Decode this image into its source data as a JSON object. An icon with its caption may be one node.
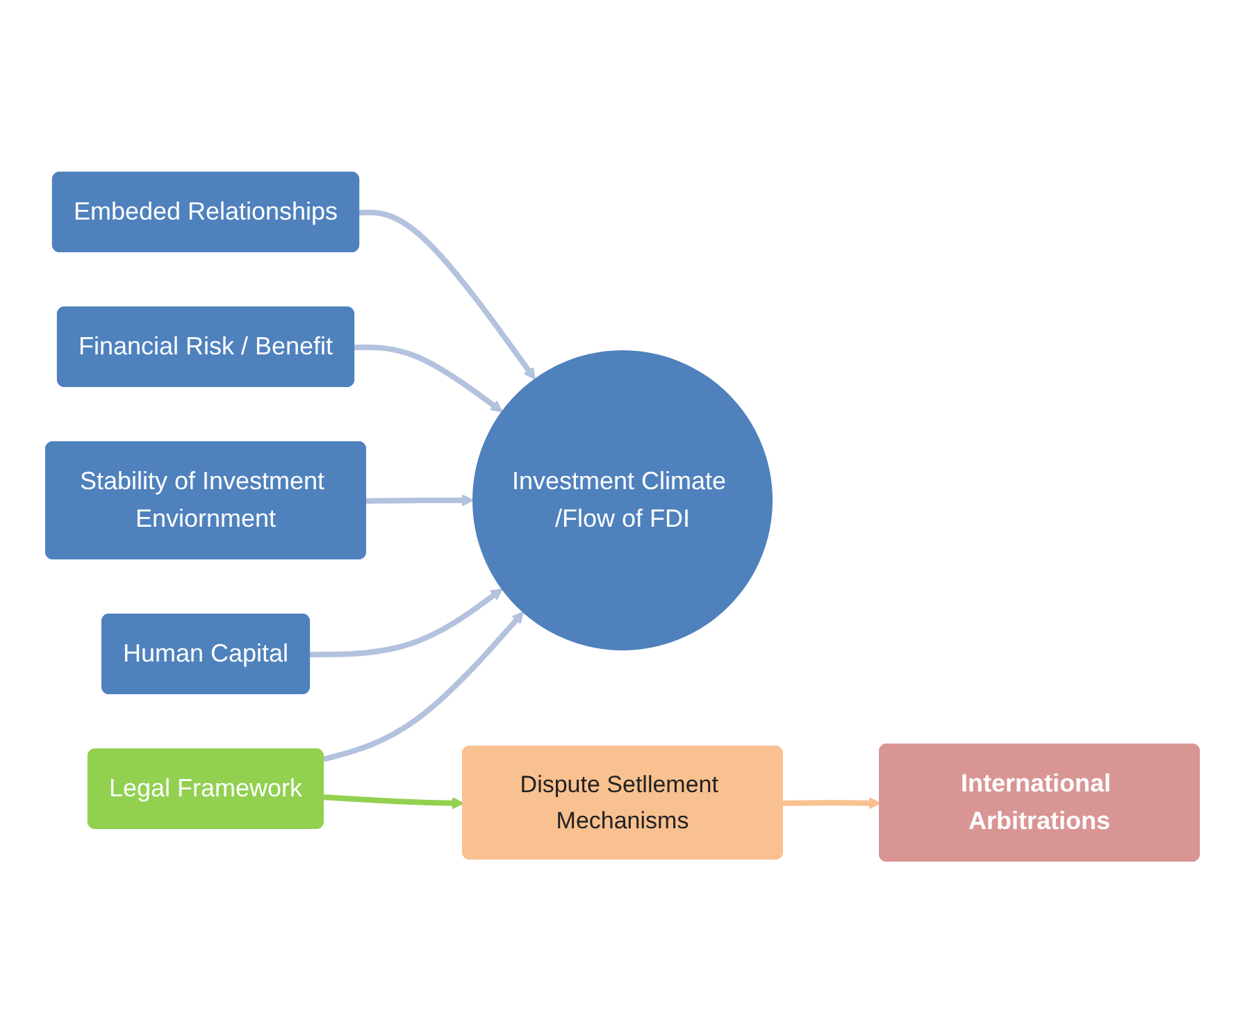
{
  "diagram": {
    "nodes": [
      {
        "text": [
          "Human Capital"
        ]
      },
      {
        "text": [
          "Legal Framework"
        ]
      },
      {
        "text": [
          "Stability of Investment Enviornment"
        ]
      },
      {
        "text": [
          "Financial Risk / Benefit"
        ]
      },
      {
        "text": [
          "Embeded Relationships"
        ]
      },
      {
        "text": [
          "Investment Climate /Flow of FDI"
        ]
      },
      {
        "text": [
          "Dispute Setllement Mechanisms"
        ]
      },
      {
        "text": [
          "International Arbitrations"
        ]
      }
    ],
    "edges": [
      {
        "from": 4,
        "to": 5,
        "arrow": "to",
        "color": "#b3c2dd"
      },
      {
        "from": 3,
        "to": 5,
        "arrow": "to",
        "color": "#b3c2dd"
      },
      {
        "from": 2,
        "to": 5,
        "arrow": "to",
        "color": "#b3c2dd"
      },
      {
        "from": 0,
        "to": 5,
        "arrow": "to",
        "color": "#b3c2dd"
      },
      {
        "from": 1,
        "to": 5,
        "arrow": "to",
        "color": "#b3c2dd"
      },
      {
        "from": 1,
        "to": 6,
        "arrow": "to",
        "color": "#92d050"
      },
      {
        "from": 6,
        "to": 7,
        "arrow": "to",
        "color": "#f9c090"
      }
    ]
  }
}
